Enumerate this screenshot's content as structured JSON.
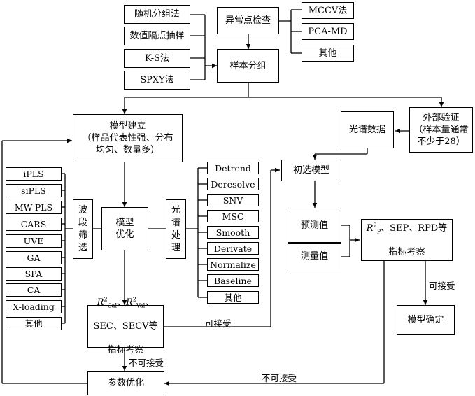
{
  "grouping_methods": [
    "随机分组法",
    "数值隔点抽样",
    "K-S法",
    "SPXY法"
  ],
  "outlier_check": "异常点检查",
  "outlier_methods": [
    "MCCV法",
    "PCA-MD",
    "其他"
  ],
  "sample_split": "样本分组",
  "model_build": "模型建立\n（样品代表性强、分布\n均匀、数量多）",
  "band_methods": [
    "iPLS",
    "siPLS",
    "MW-PLS",
    "CARS",
    "UVE",
    "GA",
    "SPA",
    "CA",
    "X-loading",
    "其他"
  ],
  "band_select": "波\n段\n筛\n选",
  "model_opt": "模型\n优化",
  "spec_process": "光\n谱\n处\n理",
  "spec_methods": [
    "Detrend",
    "Deresolve",
    "SNV",
    "MSC",
    "Smooth",
    "Derivate",
    "Normalize",
    "Baseline",
    "其他"
  ],
  "eval1": {
    "r_cal": "R",
    "cal_sup": "2",
    "cal_sub": "Cal",
    "sep": "、",
    "r_val": "R",
    "val_sup": "2",
    "val_sub": "Val",
    "tail": "、",
    "line2": "SEC、SECV等",
    "line3": "指标考察"
  },
  "accept": "可接受",
  "not_accept": "不可接受",
  "param_opt": "参数优化",
  "spec_data": "光谱数据",
  "external": "外部验证\n（样本量通常\n不少于28）",
  "init_model": "初选模型",
  "predicted": "预测值",
  "measured": "测量值",
  "eval2": {
    "r": "R",
    "sup": "2",
    "sub": "P",
    "tail": "、SEP、RPD等",
    "line2": "指标考察"
  },
  "final_model": "模型确定"
}
